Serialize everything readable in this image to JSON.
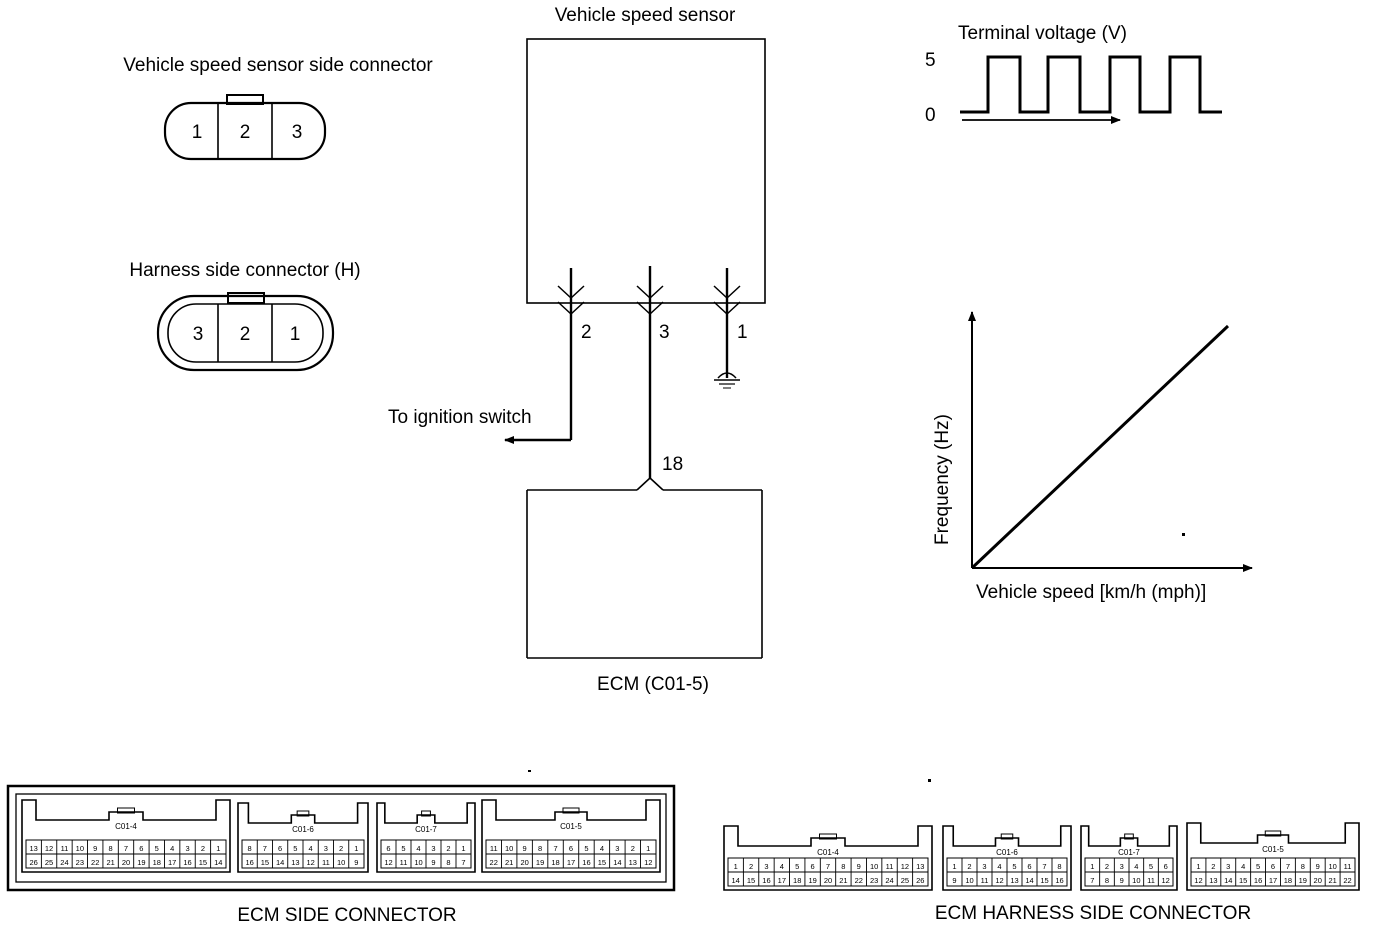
{
  "diagram": {
    "sensor_connector": {
      "title": "Vehicle speed sensor side connector",
      "pins": [
        "1",
        "2",
        "3"
      ]
    },
    "harness_connector": {
      "title": "Harness side connector (H)",
      "pins": [
        "3",
        "2",
        "1"
      ]
    },
    "sensor_box": {
      "title": "Vehicle speed sensor",
      "terminals": [
        "2",
        "3",
        "1"
      ]
    },
    "wiring": {
      "to_ignition": "To ignition switch",
      "ecm_pin": "18"
    },
    "ecm_box": {
      "title": "ECM (C01-5)"
    },
    "voltage_chart": {
      "title": "Terminal voltage (V)",
      "y_high": "5",
      "y_low": "0"
    },
    "frequency_chart": {
      "ylabel": "Frequency (Hz)",
      "xlabel": "Vehicle speed [km/h (mph)]"
    },
    "ecm_side_connector": {
      "title": "ECM SIDE CONNECTOR",
      "blocks": [
        {
          "id": "C01-4",
          "row1": [
            "13",
            "12",
            "11",
            "10",
            "9",
            "8",
            "7",
            "6",
            "5",
            "4",
            "3",
            "2",
            "1"
          ],
          "row2": [
            "26",
            "25",
            "24",
            "23",
            "22",
            "21",
            "20",
            "19",
            "18",
            "17",
            "16",
            "15",
            "14"
          ]
        },
        {
          "id": "C01-6",
          "row1": [
            "8",
            "7",
            "6",
            "5",
            "4",
            "3",
            "2",
            "1"
          ],
          "row2": [
            "16",
            "15",
            "14",
            "13",
            "12",
            "11",
            "10",
            "9"
          ]
        },
        {
          "id": "C01-7",
          "row1": [
            "6",
            "5",
            "4",
            "3",
            "2",
            "1"
          ],
          "row2": [
            "12",
            "11",
            "10",
            "9",
            "8",
            "7"
          ]
        },
        {
          "id": "C01-5",
          "row1": [
            "11",
            "10",
            "9",
            "8",
            "7",
            "6",
            "5",
            "4",
            "3",
            "2",
            "1"
          ],
          "row2": [
            "22",
            "21",
            "20",
            "19",
            "18",
            "17",
            "16",
            "15",
            "14",
            "13",
            "12"
          ]
        }
      ]
    },
    "ecm_harness_connector": {
      "title": "ECM HARNESS SIDE CONNECTOR",
      "blocks": [
        {
          "id": "C01-4",
          "row1": [
            "1",
            "2",
            "3",
            "4",
            "5",
            "6",
            "7",
            "8",
            "9",
            "10",
            "11",
            "12",
            "13"
          ],
          "row2": [
            "14",
            "15",
            "16",
            "17",
            "18",
            "19",
            "20",
            "21",
            "22",
            "23",
            "24",
            "25",
            "26"
          ]
        },
        {
          "id": "C01-6",
          "row1": [
            "1",
            "2",
            "3",
            "4",
            "5",
            "6",
            "7",
            "8"
          ],
          "row2": [
            "9",
            "10",
            "11",
            "12",
            "13",
            "14",
            "15",
            "16"
          ]
        },
        {
          "id": "C01-7",
          "row1": [
            "1",
            "2",
            "3",
            "4",
            "5",
            "6"
          ],
          "row2": [
            "7",
            "8",
            "9",
            "10",
            "11",
            "12"
          ]
        },
        {
          "id": "C01-5",
          "row1": [
            "1",
            "2",
            "3",
            "4",
            "5",
            "6",
            "7",
            "8",
            "9",
            "10",
            "11"
          ],
          "row2": [
            "12",
            "13",
            "14",
            "15",
            "16",
            "17",
            "18",
            "19",
            "20",
            "21",
            "22"
          ]
        }
      ]
    }
  }
}
